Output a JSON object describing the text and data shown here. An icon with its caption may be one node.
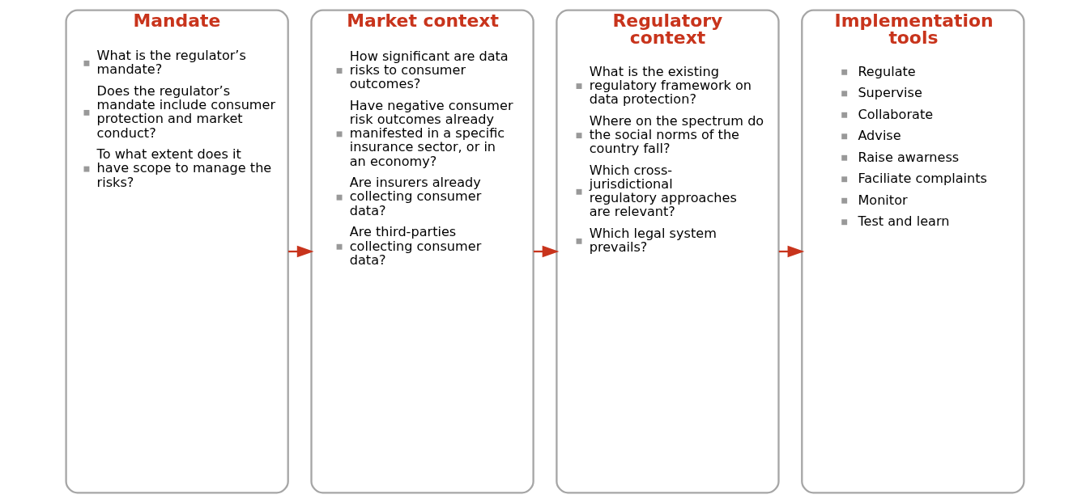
{
  "diagram": {
    "nodes": [
      {
        "text": [
          "Mandate",
          "What is the regulator’s mandate?",
          "Does the regulator’s mandate include consumer protection and market conduct?",
          "To what extent does it have scope to manage the risks?"
        ]
      },
      {
        "text": [
          "Market context",
          "How significant are data risks to consumer outcomes?",
          "Have negative consumer risk outcomes already manifested in a specific insurance sector, or in an economy?",
          "Are insurers already collecting consumer data?",
          "Are third-parties collecting consumer data?"
        ]
      },
      {
        "text": [
          "Regulatory context",
          "What is the existing regulatory framework on data protection?",
          "Where on the spectrum do the social norms of the country fall?",
          "Which cross-jurisdictional regulatory approaches are relevant?",
          "Which legal system prevails?"
        ]
      },
      {
        "text": [
          "Implementation tools",
          "Regulate",
          "Supervise",
          "Collaborate",
          "Advise",
          "Raise awarness",
          "Faciliate complaints",
          "Monitor",
          "Test and learn"
        ]
      }
    ],
    "edges": [
      {
        "from": 0,
        "to": 1,
        "arrow": "to"
      },
      {
        "from": 1,
        "to": 2,
        "arrow": "to"
      },
      {
        "from": 2,
        "to": 3,
        "arrow": "to"
      }
    ]
  }
}
